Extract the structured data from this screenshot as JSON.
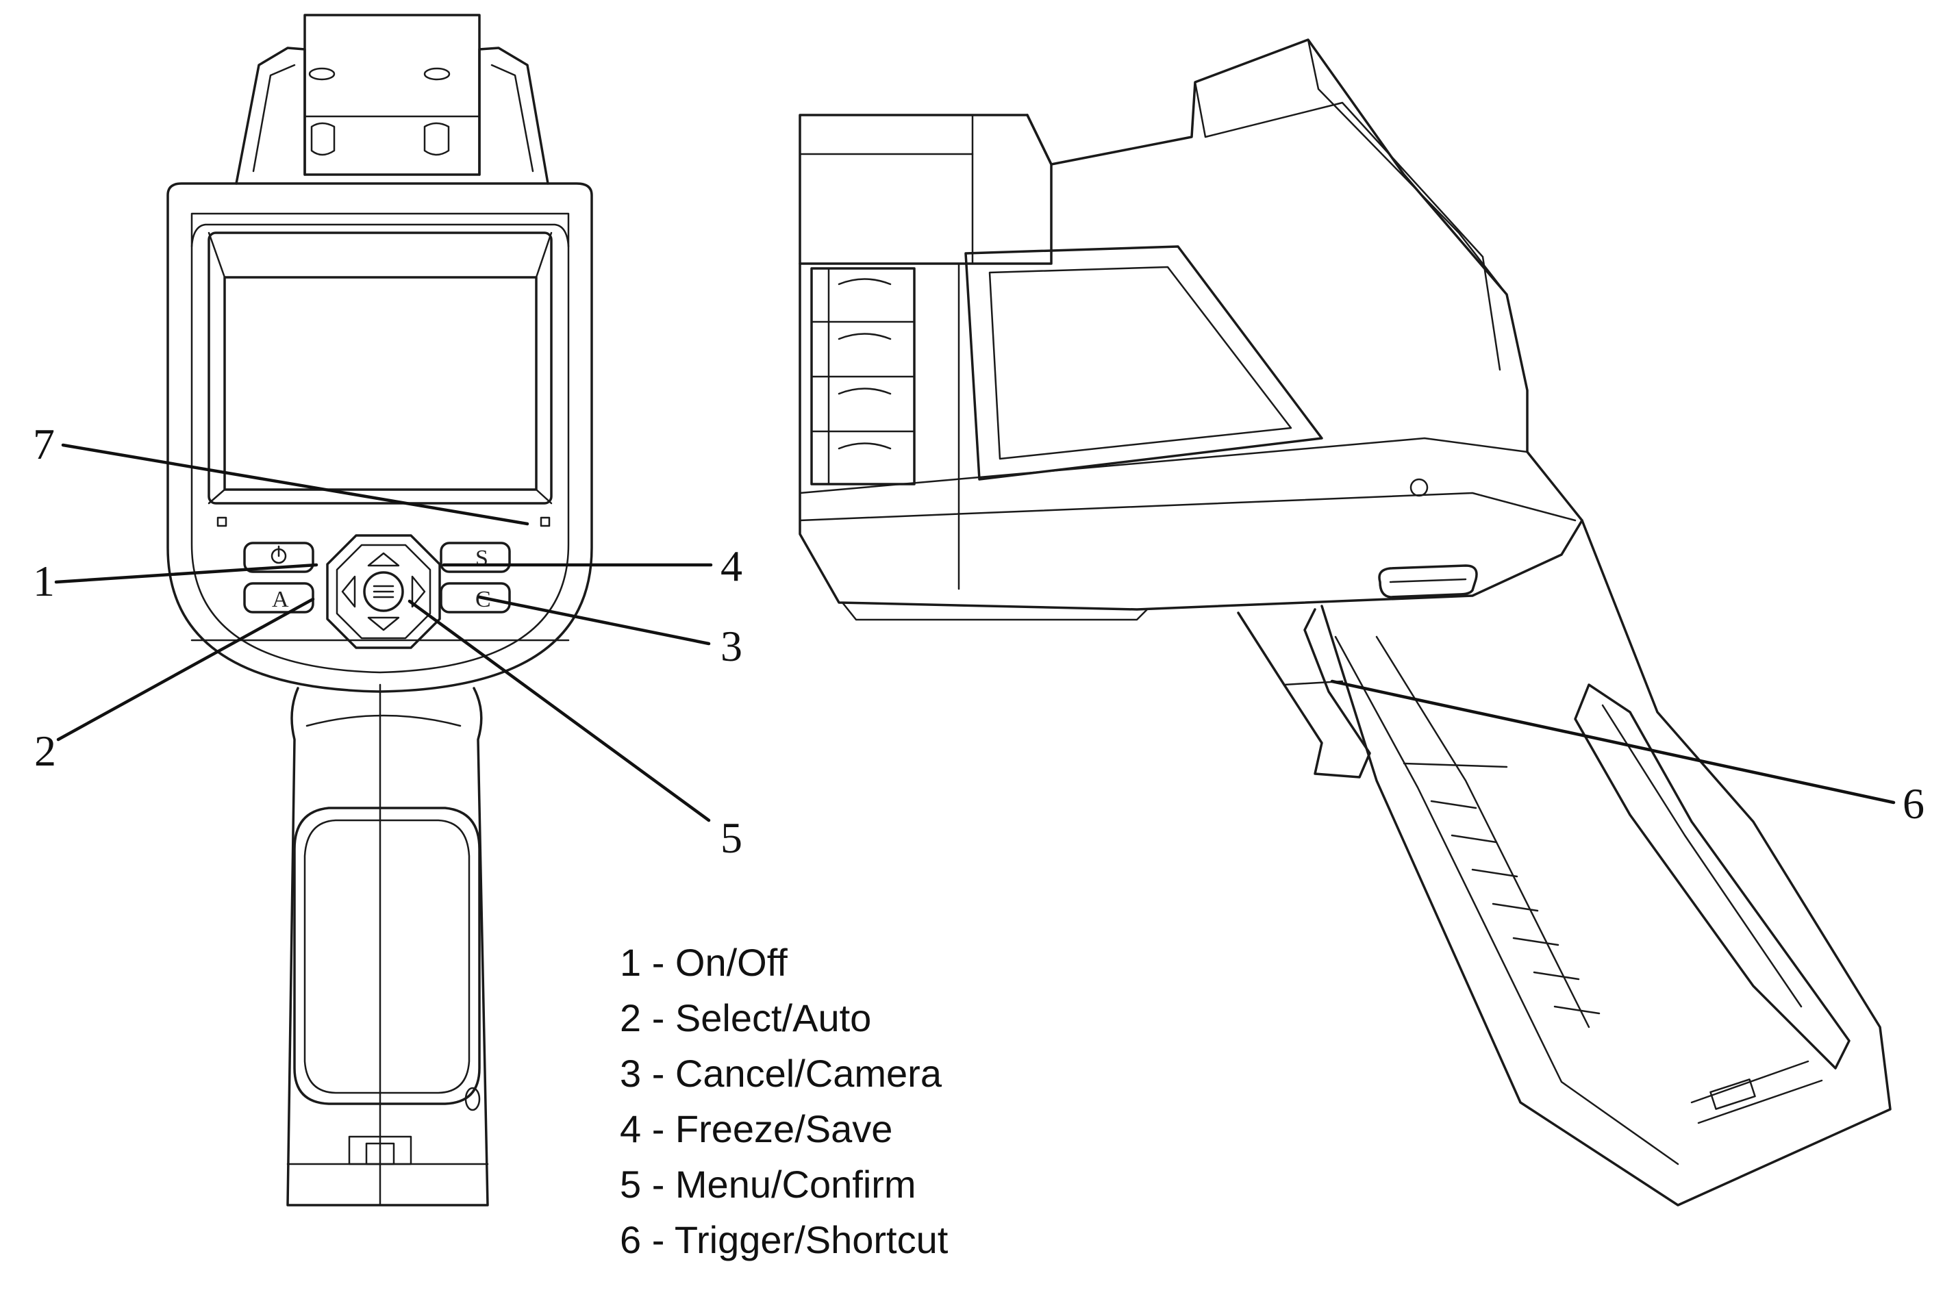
{
  "callouts": {
    "on_off": "1",
    "select_auto": "2",
    "cancel_camera": "3",
    "freeze_save": "4",
    "menu_confirm": "5",
    "trigger_shortcut": "6",
    "item_7": "7"
  },
  "button_glyphs": {
    "freeze_save": "S",
    "select_auto": "A",
    "cancel_camera": "C"
  },
  "legend": [
    "1 - On/Off",
    "2 - Select/Auto",
    "3 - Cancel/Camera",
    "4 - Freeze/Save",
    "5 - Menu/Confirm",
    "6 - Trigger/Shortcut"
  ]
}
